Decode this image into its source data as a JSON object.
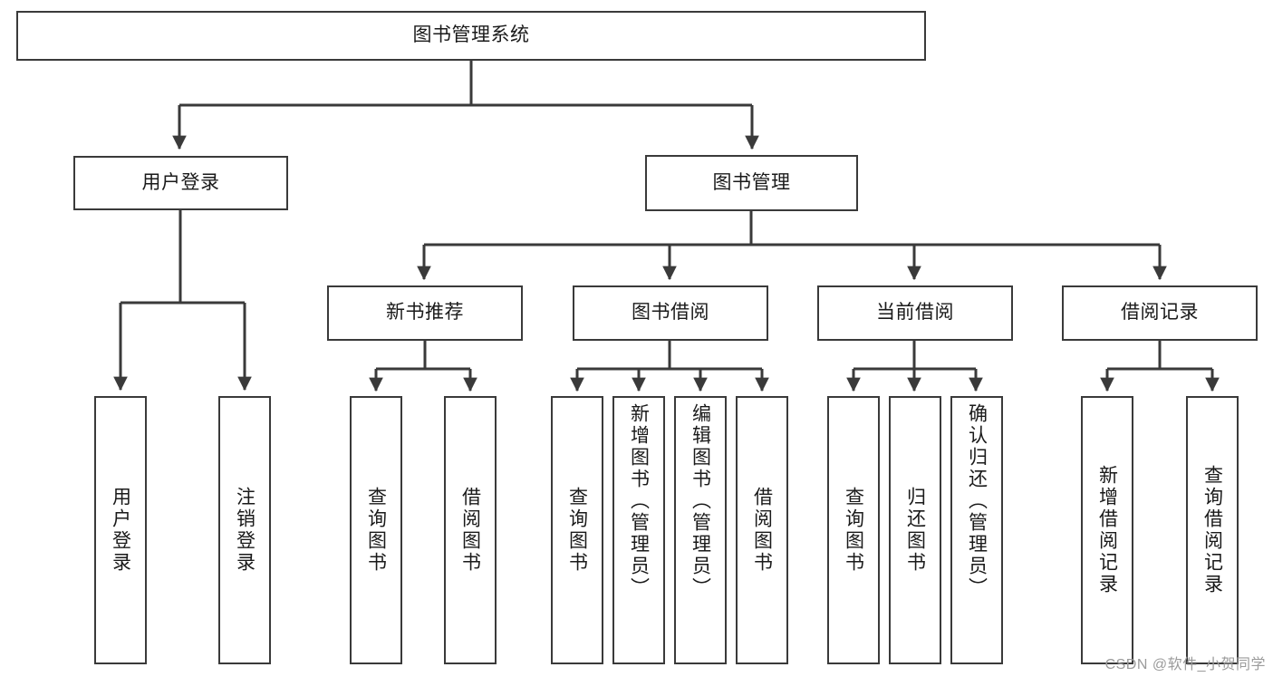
{
  "diagram": {
    "title": "图书管理系统",
    "type": "hierarchy-tree",
    "root": {
      "id": "root",
      "label": "图书管理系统",
      "orientation": "horizontal"
    },
    "level1": [
      {
        "id": "user-login",
        "label": "用户登录",
        "orientation": "horizontal"
      },
      {
        "id": "book-manage",
        "label": "图书管理",
        "orientation": "horizontal"
      }
    ],
    "level2": [
      {
        "id": "new-book-recommend",
        "label": "新书推荐",
        "parent": "book-manage",
        "orientation": "horizontal"
      },
      {
        "id": "book-borrow",
        "label": "图书借阅",
        "parent": "book-manage",
        "orientation": "horizontal"
      },
      {
        "id": "current-borrow",
        "label": "当前借阅",
        "parent": "book-manage",
        "orientation": "horizontal"
      },
      {
        "id": "borrow-record",
        "label": "借阅记录",
        "parent": "book-manage",
        "orientation": "horizontal"
      }
    ],
    "leaves": [
      {
        "id": "leaf-user-login",
        "label": "用户登录",
        "parent": "user-login",
        "orientation": "vertical"
      },
      {
        "id": "leaf-user-logout",
        "label": "注销登录",
        "parent": "user-login",
        "orientation": "vertical"
      },
      {
        "id": "leaf-query-book-1",
        "label": "查询图书",
        "parent": "new-book-recommend",
        "orientation": "vertical"
      },
      {
        "id": "leaf-borrow-book-1",
        "label": "借阅图书",
        "parent": "new-book-recommend",
        "orientation": "vertical"
      },
      {
        "id": "leaf-query-book-2",
        "label": "查询图书",
        "parent": "book-borrow",
        "orientation": "vertical"
      },
      {
        "id": "leaf-add-book",
        "label": "新增图书（管理员）",
        "parent": "book-borrow",
        "orientation": "vertical"
      },
      {
        "id": "leaf-edit-book",
        "label": "编辑图书（管理员）",
        "parent": "book-borrow",
        "orientation": "vertical"
      },
      {
        "id": "leaf-borrow-book-2",
        "label": "借阅图书",
        "parent": "book-borrow",
        "orientation": "vertical"
      },
      {
        "id": "leaf-query-book-3",
        "label": "查询图书",
        "parent": "current-borrow",
        "orientation": "vertical"
      },
      {
        "id": "leaf-return-book",
        "label": "归还图书",
        "parent": "current-borrow",
        "orientation": "vertical"
      },
      {
        "id": "leaf-confirm-return",
        "label": "确认归还（管理员）",
        "parent": "current-borrow",
        "orientation": "vertical"
      },
      {
        "id": "leaf-add-record",
        "label": "新增借阅记录",
        "parent": "borrow-record",
        "orientation": "vertical"
      },
      {
        "id": "leaf-query-record",
        "label": "查询借阅记录",
        "parent": "borrow-record",
        "orientation": "vertical"
      }
    ],
    "watermark": "CSDN @软件_小贺同学",
    "colors": {
      "stroke": "#3a3a3a",
      "fill": "#ffffff",
      "text": "#1a1a1a",
      "watermark": "#9b9b9b"
    }
  }
}
